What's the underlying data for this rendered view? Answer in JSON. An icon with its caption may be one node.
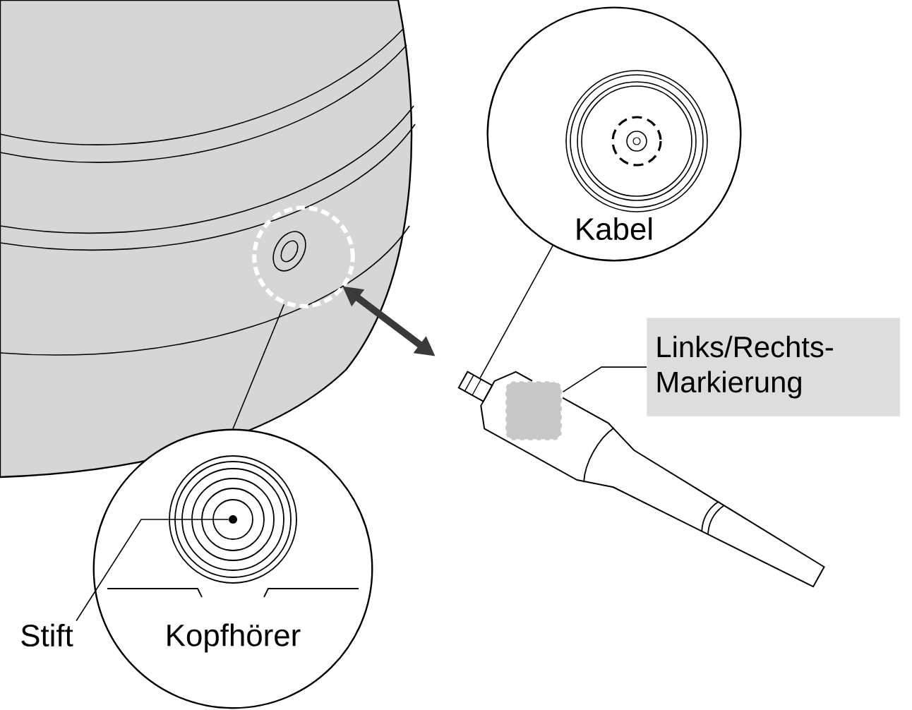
{
  "diagram": {
    "nodes": [
      {
        "text": [],
        "shape": "circle"
      },
      {
        "text": [
          "Kopfhörer"
        ]
      },
      {
        "text": [
          "Stift"
        ]
      },
      {
        "text": [],
        "shape": "circle",
        "in": 1
      },
      {
        "text": [
          "Kabel"
        ]
      },
      {
        "text": [],
        "shape": "picture"
      },
      {
        "text": [
          "Links/Rechts-Markierung"
        ]
      },
      {
        "text": [],
        "shape": "box"
      }
    ],
    "edges": [
      {
        "from": 1,
        "to": 0,
        "arrow": "none"
      },
      {
        "from": 2,
        "to": 3,
        "arrow": "none"
      },
      {
        "from": 4,
        "to": 5,
        "arrow": "none"
      },
      {
        "from": 6,
        "to": 7,
        "arrow": "none"
      },
      {
        "from": 0,
        "to": 5,
        "arrow": "both",
        "style": "thick",
        "color": "#3a3a3a"
      }
    ]
  }
}
